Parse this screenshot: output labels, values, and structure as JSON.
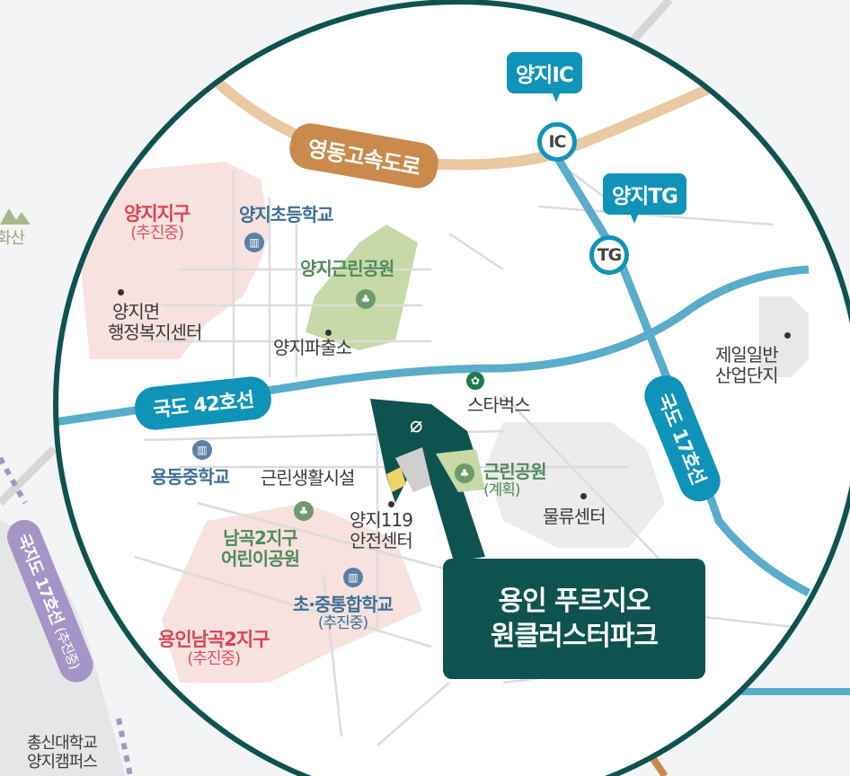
{
  "map": {
    "title": {
      "line1": "용인 푸르지오",
      "line2": "원클러스터파크"
    },
    "colors": {
      "ring": "#0e5350",
      "national_road": "#0f93b9",
      "highway": "#c98a4b",
      "local_road": "#a595c6",
      "district_pink": "#f7e2df",
      "park_green": "#c7d9a6",
      "industrial_gray": "#e6e6e6",
      "site": "#0e5350"
    },
    "roads": {
      "highway": "영동고속도로",
      "national_42": "국도 42호선",
      "national_17": "국도 17호선",
      "local_17": "국지도 17호선",
      "local_17_status": "(추진중)"
    },
    "interchanges": {
      "ic_callout": "양지IC",
      "ic_node": "IC",
      "tg_callout": "양지TG",
      "tg_node": "TG"
    },
    "districts": [
      {
        "name": "양지지구",
        "status": "(추진중)"
      },
      {
        "name": "용인남곡2지구",
        "status": "(추진중)"
      }
    ],
    "schools": [
      {
        "name": "양지초등학교",
        "icon": "school-icon"
      },
      {
        "name": "용동중학교",
        "icon": "school-icon"
      },
      {
        "name": "초·중통합학교",
        "status": "(추진중)",
        "icon": "school-icon"
      }
    ],
    "parks": [
      {
        "name": "양지근린공원",
        "icon": "park-icon"
      },
      {
        "name": "남곡2지구",
        "name2": "어린이공원",
        "icon": "park-icon"
      },
      {
        "name": "근린공원",
        "status": "(계획)",
        "icon": "park-icon"
      }
    ],
    "places": [
      {
        "line1": "양지면",
        "line2": "행정복지센터"
      },
      {
        "line1": "양지파출소"
      },
      {
        "line1": "스타벅스",
        "icon": "starbucks-icon"
      },
      {
        "line1": "근린생활시설"
      },
      {
        "line1": "양지119",
        "line2": "안전센터"
      },
      {
        "line1": "물류센터"
      },
      {
        "line1": "제일일반",
        "line2": "산업단지"
      },
      {
        "line1": "총신대학교",
        "line2": "양지캠퍼스"
      },
      {
        "line1": "화산",
        "icon": "mountain-icon"
      }
    ]
  }
}
